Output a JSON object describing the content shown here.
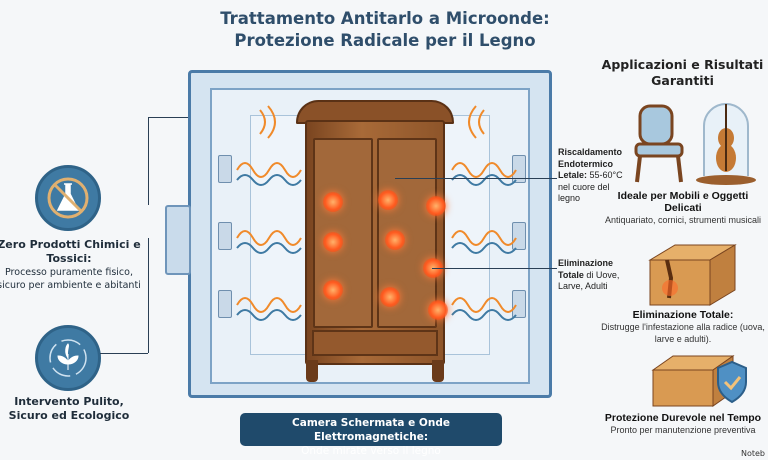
{
  "title": {
    "line1": "Trattamento Antitarlo a Microonde:",
    "line2": "Protezione Radicale per il Legno"
  },
  "left": {
    "items": [
      {
        "icon": "no-chemicals-icon",
        "title": "Zero Prodotti Chimici e Tossici:",
        "desc": "Processo puramente fisico, sicuro per ambiente e abitanti"
      },
      {
        "icon": "leaf-eco-icon",
        "title": "Intervento Pulito, Sicuro ed Ecologico",
        "desc": ""
      }
    ]
  },
  "center": {
    "callout_heat": {
      "bold": "Riscaldamento Endotermico Letale:",
      "text": " 55-60°C nel cuore del legno"
    },
    "callout_elim": {
      "bold": "Eliminazione Totale",
      "text": " di Uove, Larve, Adulti"
    },
    "caption": {
      "title": "Camera Schermata e Onde Elettromagnetiche:",
      "subtitle": "Onde mirate verso il legno"
    }
  },
  "right": {
    "heading": "Applicazioni e Risultati Garantiti",
    "items": [
      {
        "icon": "antique-chair-violin-icon",
        "title": "Ideale per Mobili e Oggetti Delicati",
        "desc": "Antiquariato, cornici, strumenti musicali"
      },
      {
        "icon": "cracked-wood-block-icon",
        "title": "Eliminazione Totale:",
        "desc": "Distrugge l'infestazione alla radice (uova, larve e adulti)."
      },
      {
        "icon": "wood-chest-shield-icon",
        "title": "Protezione Durevole nel Tempo",
        "desc": "Pronto per manutenzione preventiva"
      }
    ]
  },
  "brand": "Noteb",
  "colors": {
    "accent": "#3f7aa3",
    "dark": "#1f4a6b",
    "heat": "#ff5a1f",
    "wood": "#a2683a"
  }
}
